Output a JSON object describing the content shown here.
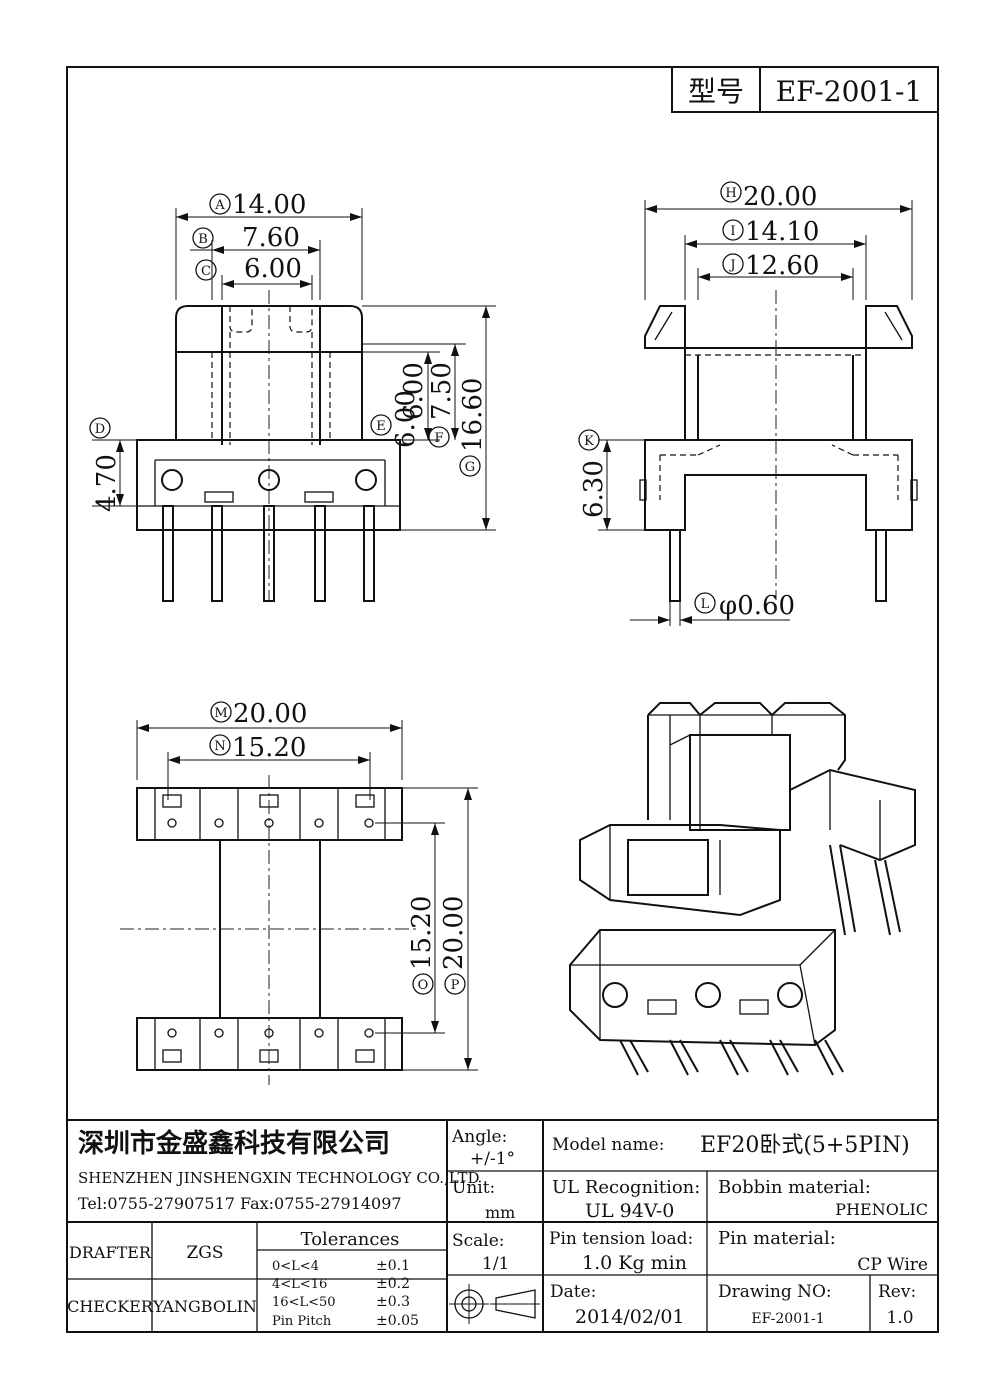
{
  "model_box": {
    "label": "型号",
    "value": "EF-2001-1"
  },
  "dims": {
    "A": "14.00",
    "B": "7.60",
    "C": "6.00",
    "D": "4.70",
    "E": "6.00",
    "F": "7.50",
    "G": "16.60",
    "H": "20.00",
    "I": "14.10",
    "J": "12.60",
    "K": "6.30",
    "L": "φ0.60",
    "M": "20.00",
    "N": "15.20",
    "O": "15.20",
    "P": "20.00"
  },
  "title_block": {
    "company_cn": "深圳市金盛鑫科技有限公司",
    "company_en": "SHENZHEN JINSHENGXIN TECHNOLOGY CO.,LTD",
    "contact": "Tel:0755-27907517    Fax:0755-27914097",
    "angle_label": "Angle:",
    "angle_value": "+/-1°",
    "unit_label": "Unit:",
    "unit_value": "mm",
    "scale_label": "Scale:",
    "scale_value": "1/1",
    "model_name_label": "Model name:",
    "model_name_value": "EF20卧式(5+5PIN)",
    "ul_label": "UL Recognition:",
    "ul_value": "UL 94V-0",
    "bobbin_label": "Bobbin material:",
    "bobbin_value": "PHENOLIC",
    "pin_load_label": "Pin tension load:",
    "pin_load_value": "1.0 Kg min",
    "pin_material_label": "Pin material:",
    "pin_material_value": "CP Wire",
    "date_label": "Date:",
    "date_value": "2014/02/01",
    "drawing_no_label": "Drawing NO:",
    "drawing_no_value": "EF-2001-1",
    "rev_label": "Rev:",
    "rev_value": "1.0",
    "drafter_label": "DRAFTER",
    "drafter_value": "ZGS",
    "checker_label": "CHECKER",
    "checker_value": "YANGBOLIN",
    "tolerances_title": "Tolerances",
    "tolerances": [
      {
        "range": "0<L<4",
        "value": "±0.1"
      },
      {
        "range": "4<L<16",
        "value": "±0.2"
      },
      {
        "range": "16<L<50",
        "value": "±0.3"
      },
      {
        "range": "Pin Pitch",
        "value": "±0.05"
      }
    ]
  }
}
